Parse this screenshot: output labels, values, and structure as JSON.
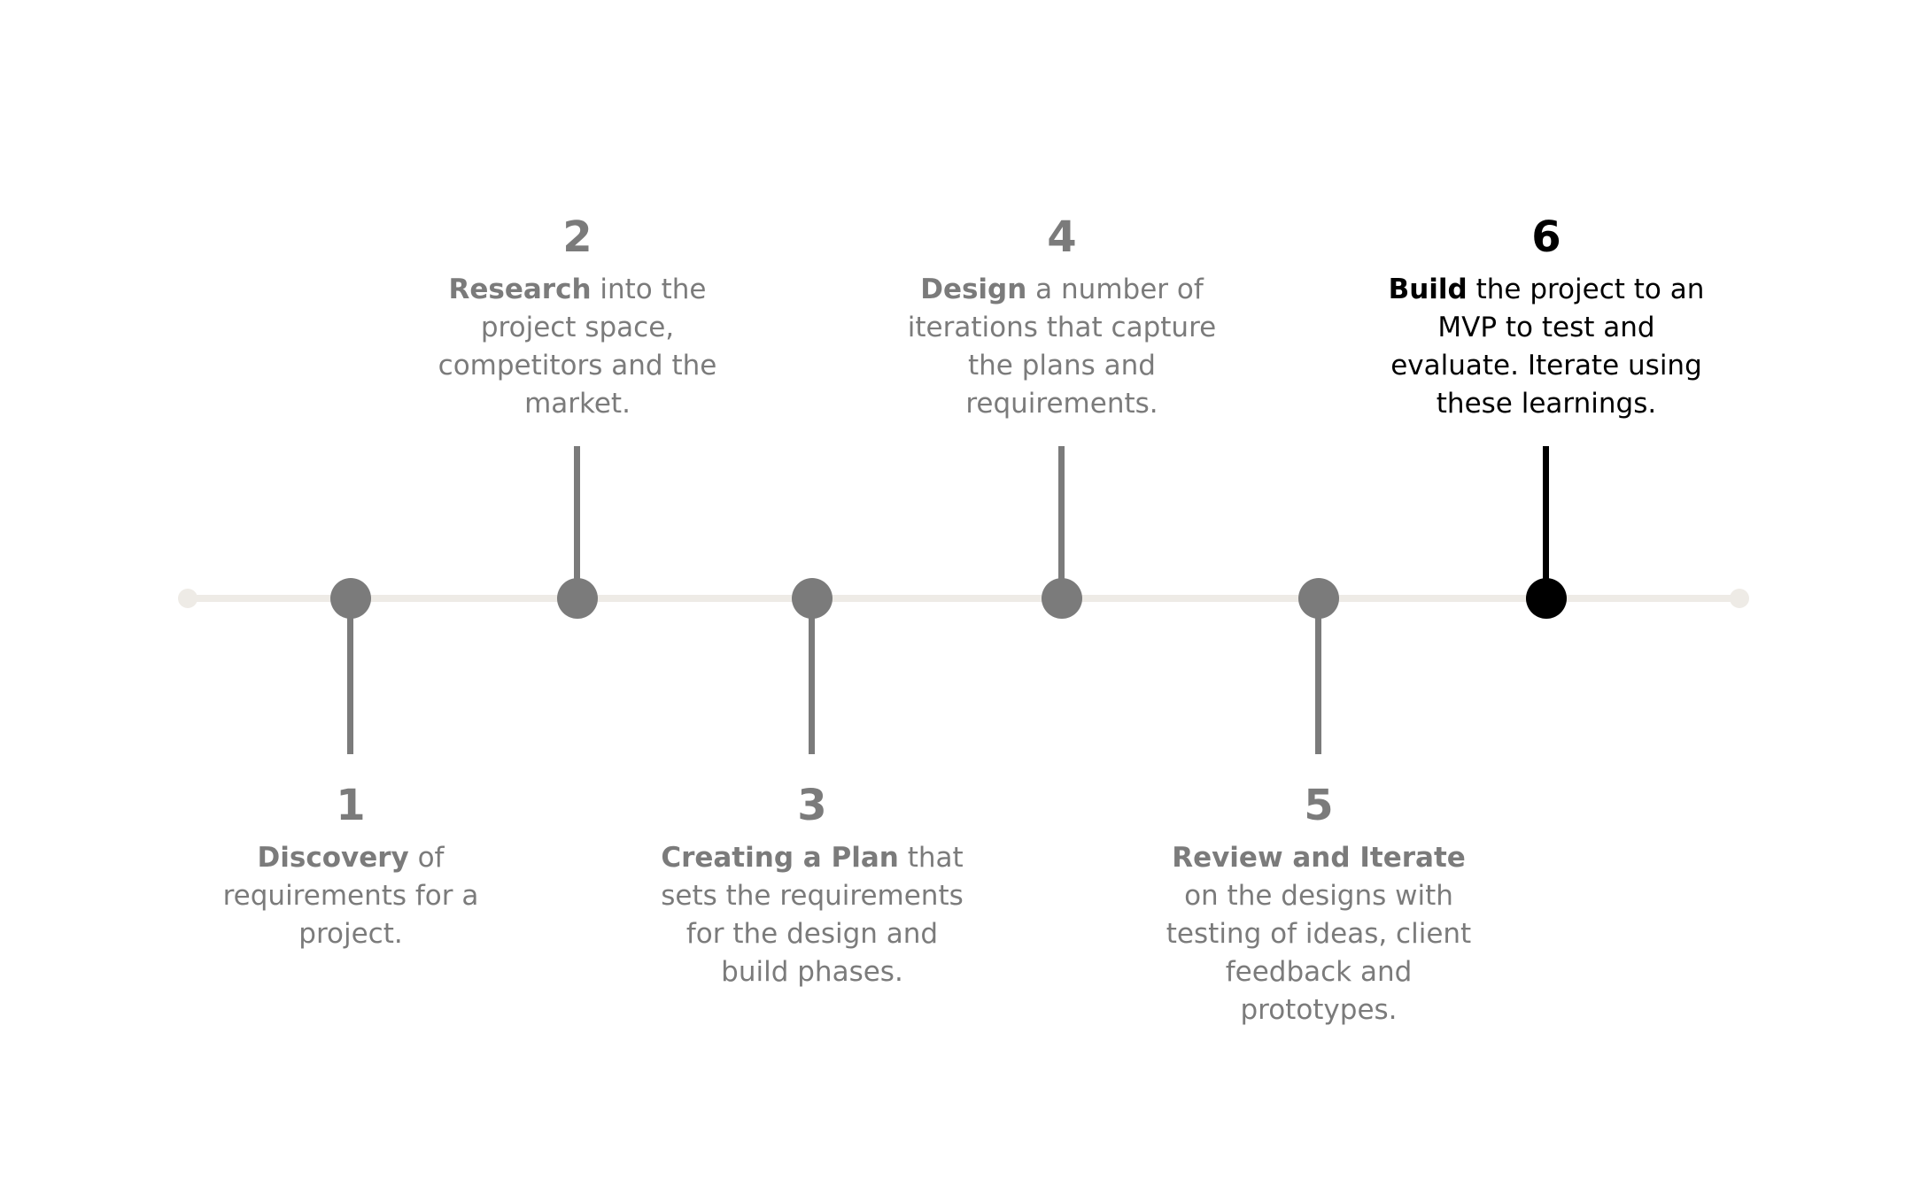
{
  "timeline": {
    "steps": [
      {
        "number": "1",
        "keyword": "Discovery",
        "rest": " of requirements for a project.",
        "position": "below",
        "highlighted": false
      },
      {
        "number": "2",
        "keyword": "Research",
        "rest": " into the project space, competitors and the market.",
        "position": "above",
        "highlighted": false
      },
      {
        "number": "3",
        "keyword": "Creating a Plan",
        "rest": " that sets the requirements for the design and build phases.",
        "position": "below",
        "highlighted": false
      },
      {
        "number": "4",
        "keyword": "Design",
        "rest": " a number of iterations that capture the plans and requirements.",
        "position": "above",
        "highlighted": false
      },
      {
        "number": "5",
        "keyword": "Review and Iterate",
        "rest": " on the designs with testing of ideas, client feedback and prototypes.",
        "position": "below",
        "highlighted": false
      },
      {
        "number": "6",
        "keyword": "Build",
        "rest": " the project to an MVP to test and evaluate. Iterate using these learnings.",
        "position": "above",
        "highlighted": true
      }
    ]
  },
  "colors": {
    "muted": "#7b7b7b",
    "active": "#000000",
    "axis": "#eeebe6"
  }
}
